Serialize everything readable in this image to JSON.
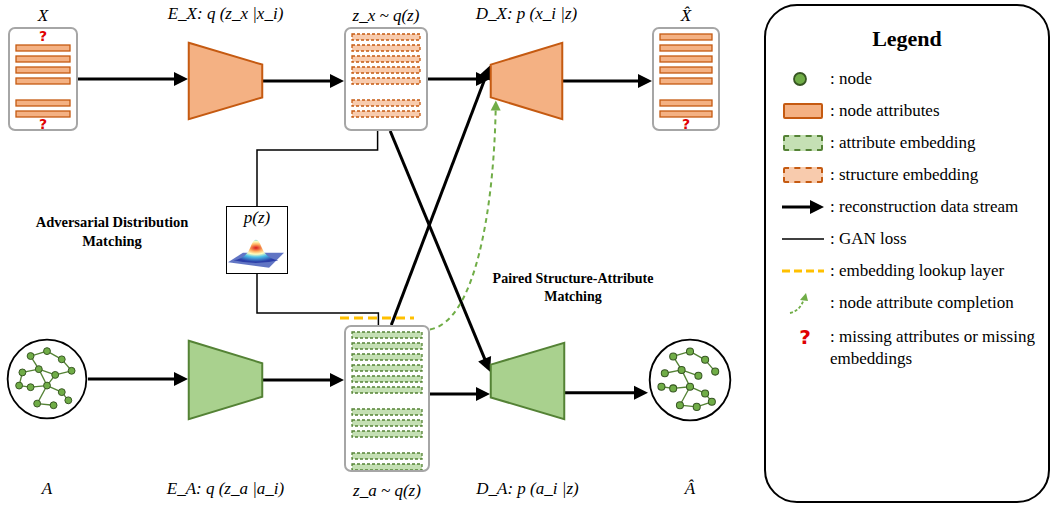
{
  "diagram": {
    "nodes": [
      {
        "text": [
          "X",
          "?",
          "?"
        ]
      },
      {
        "text": [
          "E_X: q (z_x |x_i)"
        ]
      },
      {
        "text": [
          "z_x ~ q(z)"
        ]
      },
      {
        "text": [
          "D_X: p (x_i |z)"
        ]
      },
      {
        "text": [
          "X̂",
          "?"
        ]
      },
      {
        "text": [
          "p(z)"
        ]
      },
      {
        "text": [
          "A"
        ]
      },
      {
        "text": [
          "E_A: q (z_a |a_i)"
        ]
      },
      {
        "text": [
          "z_a ~ q(z)"
        ]
      },
      {
        "text": [
          "D_A: p (a_i |z)"
        ]
      },
      {
        "text": [
          "Â"
        ]
      }
    ],
    "edges": [
      {
        "from": 0,
        "to": 1,
        "arrow": "to"
      },
      {
        "from": 1,
        "to": 2,
        "arrow": "to"
      },
      {
        "from": 2,
        "to": 3,
        "arrow": "to"
      },
      {
        "from": 3,
        "to": 4,
        "arrow": "to"
      },
      {
        "from": 6,
        "to": 7,
        "arrow": "to"
      },
      {
        "from": 7,
        "to": 8,
        "arrow": "to"
      },
      {
        "from": 8,
        "to": 9,
        "arrow": "to"
      },
      {
        "from": 9,
        "to": 10,
        "arrow": "to"
      },
      {
        "from": 2,
        "to": 9,
        "arrow": "to"
      },
      {
        "from": 8,
        "to": 3,
        "arrow": "to"
      },
      {
        "from": 8,
        "to": 3,
        "arrow": "to"
      },
      {
        "from": 5,
        "to": 2,
        "arrow": "none"
      },
      {
        "from": 5,
        "to": 8,
        "arrow": "none"
      }
    ],
    "labels": [
      "Legend",
      "Adversarial Distribution Matching",
      "Paired Structure-Attribute Matching",
      "?"
    ],
    "legend": [
      {
        "text": ": node"
      },
      {
        "text": ": node attributes",
        "color": "#f4b183"
      },
      {
        "text": ": attribute embedding",
        "color": "#c5e0b4"
      },
      {
        "text": ": structure embedding",
        "color": "#f8cbad"
      },
      {
        "text": ": reconstruction data stream"
      },
      {
        "text": ": GAN loss"
      },
      {
        "text": ": embedding lookup layer"
      },
      {
        "text": ": node attribute completion"
      },
      {
        "text": ": missing attributes or missing embeddings"
      }
    ]
  }
}
